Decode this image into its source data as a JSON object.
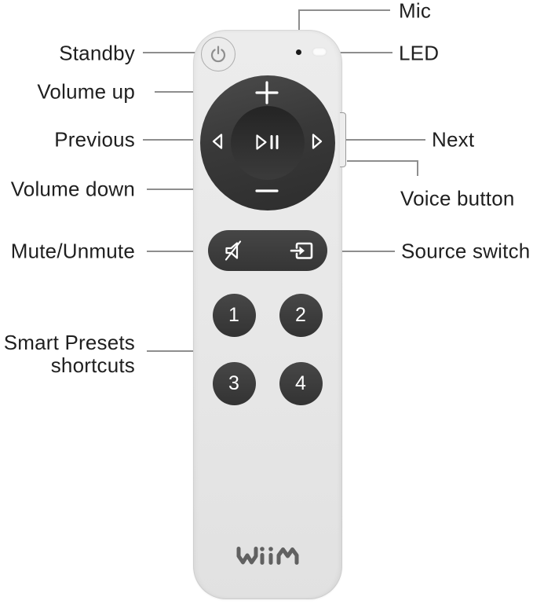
{
  "callouts": {
    "left": [
      {
        "label": "Standby"
      },
      {
        "label": "Volume up"
      },
      {
        "label": "Previous"
      },
      {
        "label": "Volume down"
      },
      {
        "label": "Mute/Unmute"
      },
      {
        "label": "Smart Presets",
        "label2": "shortcuts"
      }
    ],
    "right": [
      {
        "label": "Mic"
      },
      {
        "label": "LED"
      },
      {
        "label": "Next"
      },
      {
        "label": "Voice button"
      },
      {
        "label": "Source switch"
      }
    ]
  },
  "remote": {
    "brand": "WiiM",
    "presets": [
      "1",
      "2",
      "3",
      "4"
    ],
    "icons": {
      "standby": "power-icon",
      "mic": "mic-hole-dot",
      "led": "led-indicator",
      "volume_up": "plus-icon",
      "volume_down": "minus-icon",
      "previous": "left-triangle-icon",
      "next": "right-triangle-icon",
      "play_pause": "play-pause-icon",
      "mute": "muted-speaker-icon",
      "source_switch": "arrow-into-box-icon",
      "voice": "side-strip-button"
    }
  },
  "colors": {
    "background": "#ffffff",
    "remote_body": "#e7e7e7",
    "button_dark": "#3a3a3a",
    "icon_on_dark": "#ffffff",
    "label_text": "#1f1f1f",
    "leader_line": "#8e8e8e",
    "logo_gray": "#646464",
    "led_white": "#fcfcfc"
  }
}
